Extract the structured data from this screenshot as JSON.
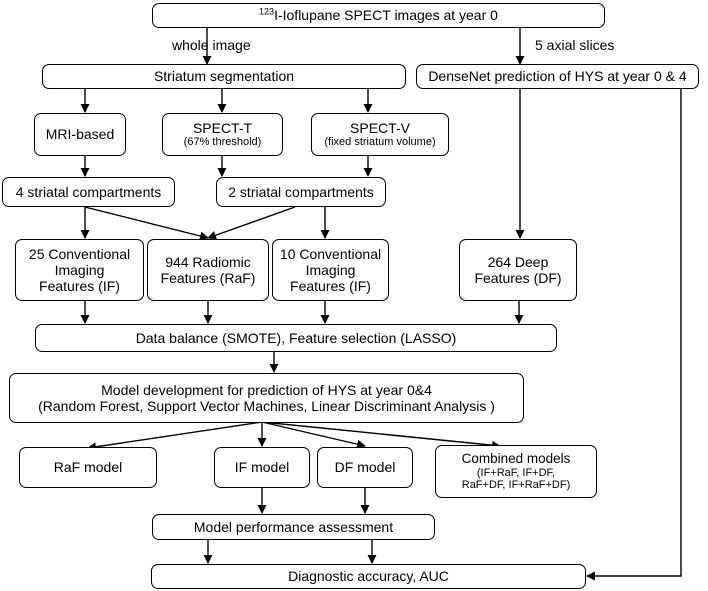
{
  "nodes": {
    "top": {
      "sup": "123",
      "text": "I-Ioflupane SPECT images at year 0"
    },
    "striatum_seg": "Striatum segmentation",
    "densenet": "DenseNet prediction of HYS at year 0 & 4",
    "mri": "MRI-based",
    "spect_t": {
      "line1": "SPECT-T",
      "line2": "(67% threshold)"
    },
    "spect_v": {
      "line1": "SPECT-V",
      "line2": "(fixed striatum volume)"
    },
    "four_comp": "4 striatal compartments",
    "two_comp": "2 striatal compartments",
    "feat25": {
      "line1": "25 Conventional",
      "line2": "Imaging",
      "line3": "Features (IF)"
    },
    "feat944": {
      "line1": "944 Radiomic",
      "line2": "Features (RaF)"
    },
    "feat10": {
      "line1": "10 Conventional",
      "line2": "Imaging",
      "line3": "Features (IF)"
    },
    "feat264": {
      "line1": "264 Deep",
      "line2": "Features (DF)"
    },
    "balance": "Data balance (SMOTE), Feature selection (LASSO)",
    "model_dev": {
      "line1": "Model development for prediction of HYS at year 0&4",
      "line2": "(Random Forest, Support Vector Machines, Linear Discriminant Analysis )"
    },
    "raf_model": "RaF model",
    "if_model": "IF model",
    "df_model": "DF model",
    "combined": {
      "line1": "Combined models",
      "line2": "(IF+RaF, IF+DF,",
      "line3": "RaF+DF, IF+RaF+DF)"
    },
    "perf": "Model performance assessment",
    "diag": "Diagnostic accuracy, AUC"
  },
  "labels": {
    "whole_image": "whole image",
    "axial": "5 axial slices"
  }
}
